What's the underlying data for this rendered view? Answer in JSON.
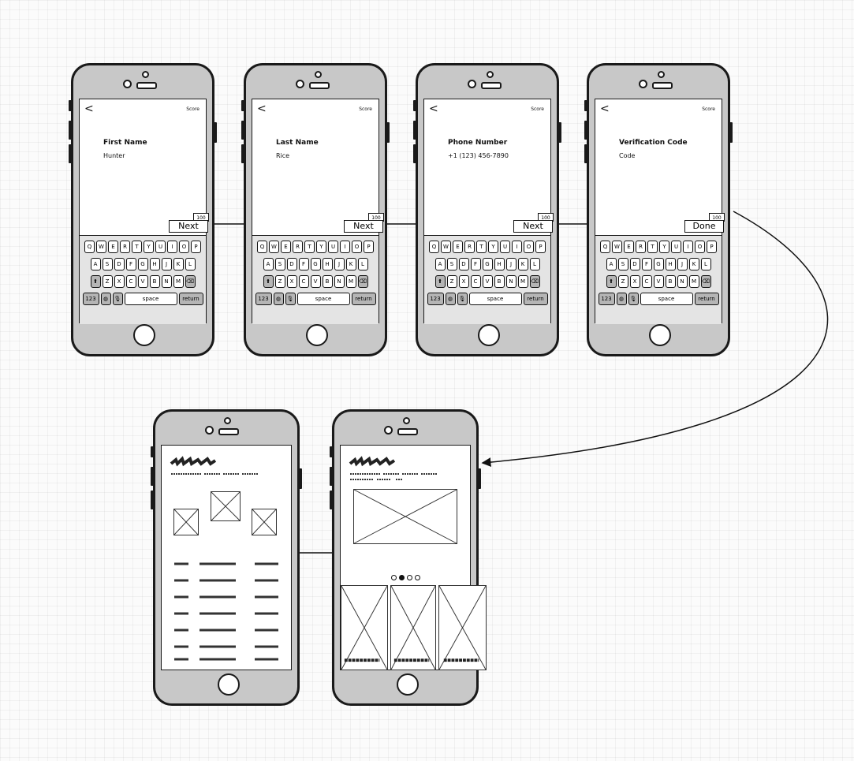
{
  "forms": [
    {
      "back": "<",
      "score": "Score",
      "label": "First Name",
      "value": "Hunter",
      "counter": "100",
      "action": "Next"
    },
    {
      "back": "<",
      "score": "Score",
      "label": "Last Name",
      "value": "Rice",
      "counter": "100",
      "action": "Next"
    },
    {
      "back": "<",
      "score": "Score",
      "label": "Phone Number",
      "value": "+1 (123) 456-7890",
      "counter": "100",
      "action": "Next"
    },
    {
      "back": "<",
      "score": "Score",
      "label": "Verification Code",
      "value": "Code",
      "counter": "100",
      "action": "Done"
    }
  ],
  "keyboard": {
    "row1": [
      "Q",
      "W",
      "E",
      "R",
      "T",
      "Y",
      "U",
      "I",
      "O",
      "P"
    ],
    "row2": [
      "A",
      "S",
      "D",
      "F",
      "G",
      "H",
      "J",
      "K",
      "L"
    ],
    "row3": [
      "Z",
      "X",
      "C",
      "V",
      "B",
      "N",
      "M"
    ],
    "numbers": "123",
    "space": "space",
    "return": "return"
  },
  "icons": {
    "shift": "shift-arrow-icon",
    "backspace": "backspace-icon",
    "globe": "globe-icon",
    "mic": "microphone-icon",
    "back": "chevron-left-icon"
  },
  "carousel": {
    "page_count": 4,
    "active_index": 1
  },
  "colors": {
    "phone_body": "#c8c8c8",
    "outline": "#1a1a1a",
    "screen": "#ffffff",
    "keyboard": "#e4e4e4"
  }
}
